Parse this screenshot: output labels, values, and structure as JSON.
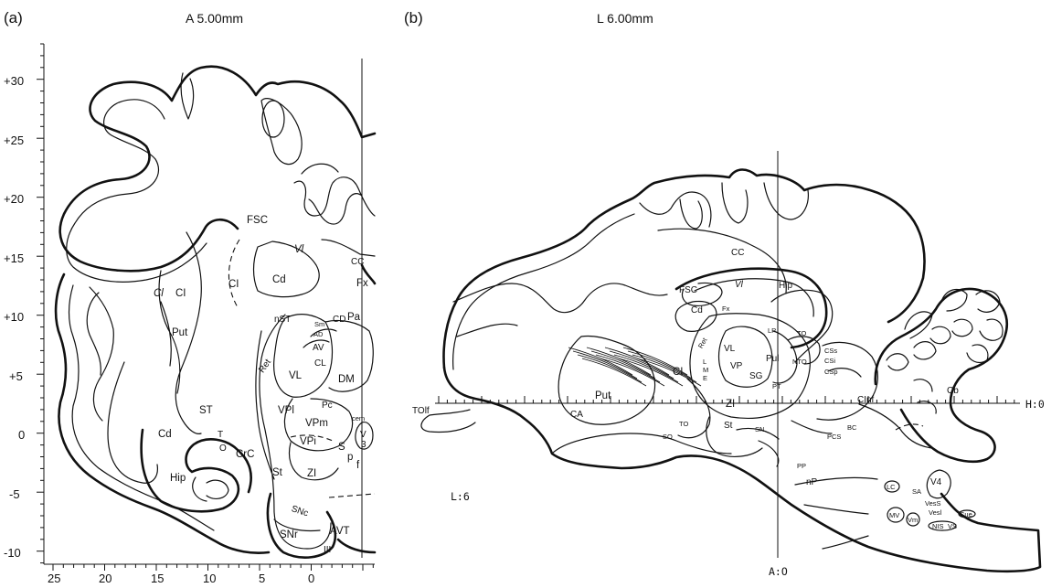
{
  "panel_a": {
    "letter": "(a)",
    "title": "A 5.00mm",
    "y_ticks": [
      "+30",
      "+25",
      "+20",
      "+15",
      "+10",
      "+5",
      "0",
      "-5",
      "-10"
    ],
    "x_ticks": [
      "25",
      "20",
      "15",
      "10",
      "5",
      "0"
    ],
    "labels": {
      "fsc": "FSC",
      "vl_upper": "Vl",
      "cc": "CC",
      "fx": "Fx",
      "cd_upper": "Cd",
      "ci_right": "CI",
      "ci_left": "CI",
      "cl_left": "Cl",
      "put": "Put",
      "nst": "nST",
      "sm": "Sm",
      "cd_small": "CD",
      "pa": "Pa",
      "ad": "AD",
      "av": "AV",
      "cl": "CL",
      "ret": "Ret",
      "vl": "VL",
      "dm": "DM",
      "pc": "Pc",
      "cem": "cem",
      "vpl": "VPl",
      "vpm": "VPm",
      "vpi": "VPi",
      "s": "S",
      "p": "p",
      "f": "f",
      "v": "V",
      "three_small": "3",
      "st_left": "ST",
      "cd_lower": "Cd",
      "t": "T",
      "o": "O",
      "crc": "CrC",
      "st": "St",
      "zi": "ZI",
      "hip": "Hip",
      "snc": "SNc",
      "snr": "SNr",
      "avt": "AVT",
      "iii": "III"
    }
  },
  "panel_b": {
    "letter": "(b)",
    "title": "L 6.00mm",
    "labels": {
      "cc": "CC",
      "fsc": "FSC",
      "vl_upper": "Vl",
      "hip": "Hip",
      "cd": "Cd",
      "fx": "Fx",
      "lp": "LP",
      "to_upper": "TO",
      "ci": "CI",
      "ret": "Ret",
      "vl": "VL",
      "pul": "Pul",
      "nto": "NTO",
      "css": "CSs",
      "csi": "CSi",
      "csp": "CSp",
      "put": "Put",
      "vp": "VP",
      "sg": "SG",
      "pt": "PT",
      "l": "L",
      "m": "M",
      "e": "E",
      "zi": "ZI",
      "cinf": "CInf",
      "cb": "Cb",
      "h0": "H:0",
      "tolf": "TOlf",
      "ca": "CA",
      "st": "St",
      "so": "SO",
      "to_lower": "TO",
      "sn": "SN",
      "pcs": "PCS",
      "bc": "BC",
      "lc": "LC",
      "sa": "SA",
      "v4": "V4",
      "ves": "VesS",
      "vesl": "Vesl",
      "cue": "Cue",
      "mv": "MV",
      "vm": "Vm",
      "nis": "NIS",
      "vs": "VS",
      "pp": "PP",
      "np": "nP",
      "l6": "L:6",
      "a0": "A:O"
    }
  }
}
